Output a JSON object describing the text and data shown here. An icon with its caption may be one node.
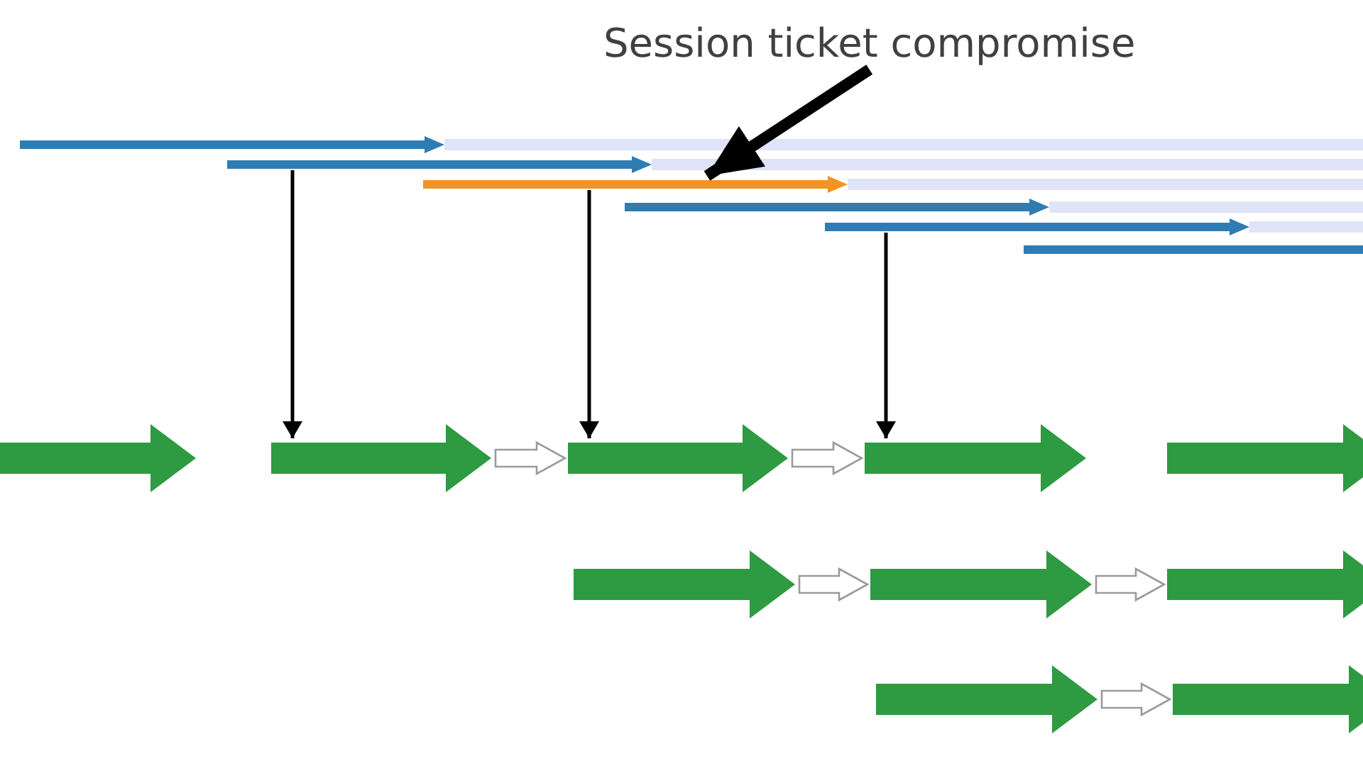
{
  "diagram": {
    "nodes": [
      {
        "text": [
          "Session ticket compromise"
        ]
      },
      {
        "text": [],
        "shape": "arrow"
      },
      {
        "text": [],
        "shape": "arrow"
      },
      {
        "text": [],
        "shape": "arrow"
      },
      {
        "text": [],
        "shape": "arrow"
      },
      {
        "text": [],
        "shape": "arrow"
      },
      {
        "text": [],
        "shape": "bar"
      },
      {
        "text": [],
        "shape": "arrow"
      },
      {
        "text": [],
        "shape": "arrow"
      },
      {
        "text": [],
        "shape": "arrow"
      },
      {
        "text": [],
        "shape": "arrow"
      },
      {
        "text": [],
        "shape": "arrow"
      },
      {
        "text": [],
        "shape": "arrow"
      },
      {
        "text": [],
        "shape": "arrow"
      },
      {
        "text": [],
        "shape": "arrow"
      },
      {
        "text": [],
        "shape": "arrow"
      },
      {
        "text": [],
        "shape": "arrow"
      }
    ],
    "edges": [
      {
        "from": 0,
        "to": 3,
        "arrow": "to",
        "style": "thick",
        "color": "#000000"
      },
      {
        "from": 2,
        "to": 8,
        "arrow": "to",
        "color": "#000000"
      },
      {
        "from": 3,
        "to": 9,
        "arrow": "to",
        "color": "#000000"
      },
      {
        "from": 5,
        "to": 10,
        "arrow": "to",
        "color": "#000000"
      },
      {
        "from": 8,
        "to": 9,
        "arrow": "to"
      },
      {
        "from": 9,
        "to": 10,
        "arrow": "to"
      },
      {
        "from": 12,
        "to": 13,
        "arrow": "to"
      },
      {
        "from": 13,
        "to": 14,
        "arrow": "to"
      },
      {
        "from": 15,
        "to": 16,
        "arrow": "to"
      }
    ]
  }
}
